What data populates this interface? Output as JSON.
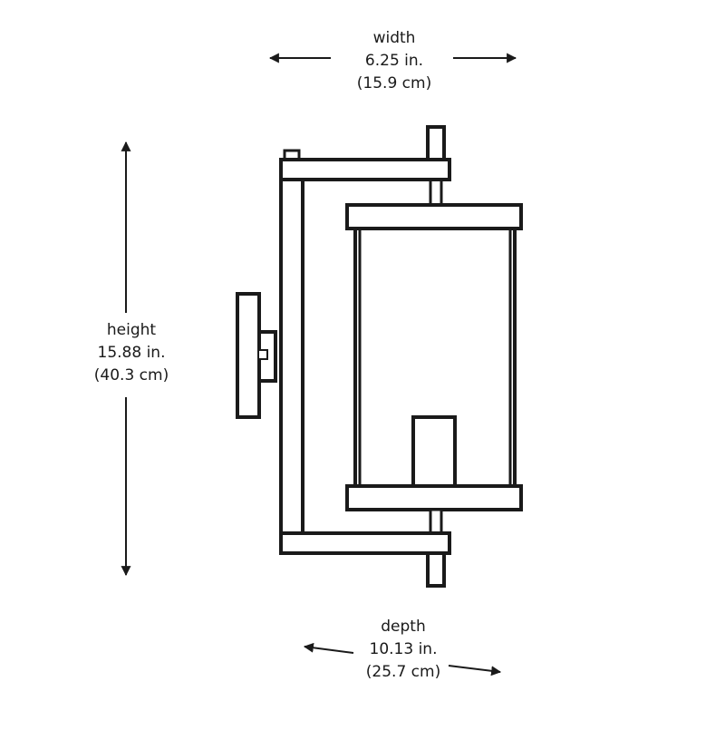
{
  "dimensions": {
    "width": {
      "name": "width",
      "imperial": "6.25 in.",
      "metric": "(15.9 cm)"
    },
    "height": {
      "name": "height",
      "imperial": "15.88 in.",
      "metric": "(40.3 cm)"
    },
    "depth": {
      "name": "depth",
      "imperial": "10.13 in.",
      "metric": "(25.7 cm)"
    }
  },
  "colors": {
    "line": "#1a1a1a",
    "background": "#ffffff"
  }
}
